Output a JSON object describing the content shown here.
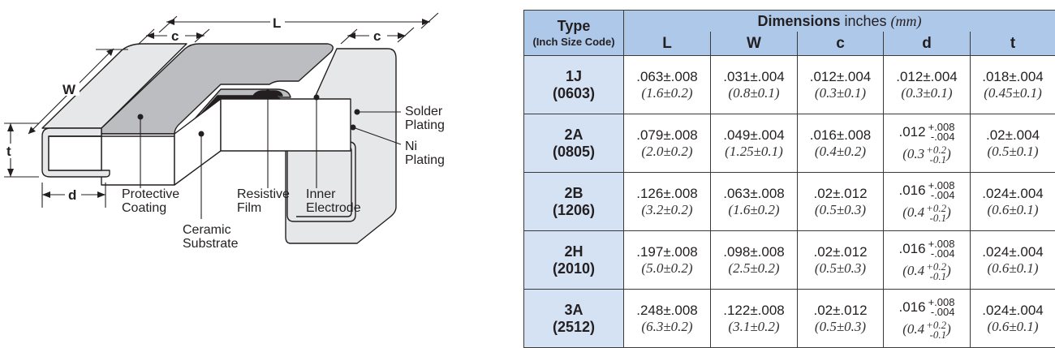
{
  "diagram": {
    "dimension_labels": {
      "L": "L",
      "W": "W",
      "c_left": "c",
      "c_right": "c",
      "t": "t",
      "d": "d"
    },
    "callouts": {
      "protective_coating": [
        "Protective",
        "Coating"
      ],
      "ceramic_substrate": [
        "Ceramic",
        "Substrate"
      ],
      "resistive_film": [
        "Resistive",
        "Film"
      ],
      "inner_electrode": [
        "Inner",
        "Electrode"
      ],
      "solder_plating": [
        "Solder",
        "Plating"
      ],
      "ni_plating": [
        "Ni",
        "Plating"
      ]
    },
    "colors": {
      "coating": "#bcbdc0",
      "termination": "#e6e7e8",
      "film": "#231f20",
      "substrate": "#ffffff",
      "outline": "#231f20"
    }
  },
  "table": {
    "header": {
      "type_label": "Type",
      "type_sub": "(Inch Size Code)",
      "dimensions_bold": "Dimensions",
      "dimensions_unit": " inches ",
      "dimensions_mm": "(mm)",
      "columns": [
        "L",
        "W",
        "c",
        "d",
        "t"
      ]
    },
    "colors": {
      "header_bg": "#adc8e9",
      "type_col_bg": "#d4e2f4",
      "border": "#3a3a3a"
    },
    "rows": [
      {
        "type": "1J",
        "code": "(0603)",
        "L": {
          "in": ".063±.008",
          "mm": "(1.6±0.2)"
        },
        "W": {
          "in": ".031±.004",
          "mm": "(0.8±0.1)"
        },
        "c": {
          "in": ".012±.004",
          "mm": "(0.3±0.1)"
        },
        "d": {
          "in": ".012±.004",
          "mm": "(0.3±0.1)"
        },
        "t": {
          "in": ".018±.004",
          "mm": "(0.45±0.1)"
        }
      },
      {
        "type": "2A",
        "code": "(0805)",
        "L": {
          "in": ".079±.008",
          "mm": "(2.0±0.2)"
        },
        "W": {
          "in": ".049±.004",
          "mm": "(1.25±0.1)"
        },
        "c": {
          "in": ".016±.008",
          "mm": "(0.4±0.2)"
        },
        "d": {
          "in_base": ".012",
          "in_plus": "+.008",
          "in_minus": "-.004",
          "mm_open": "(0.3",
          "mm_plus": "+0.2",
          "mm_minus": "-0.1",
          "mm_close": ")"
        },
        "t": {
          "in": ".02±.004",
          "mm": "(0.5±0.1)"
        }
      },
      {
        "type": "2B",
        "code": "(1206)",
        "L": {
          "in": ".126±.008",
          "mm": "(3.2±0.2)"
        },
        "W": {
          "in": ".063±.008",
          "mm": "(1.6±0.2)"
        },
        "c": {
          "in": ".02±.012",
          "mm": "(0.5±0.3)"
        },
        "d": {
          "in_base": ".016",
          "in_plus": "+.008",
          "in_minus": "-.004",
          "mm_open": "(0.4",
          "mm_plus": "+0.2",
          "mm_minus": "-0.1",
          "mm_close": ")"
        },
        "t": {
          "in": ".024±.004",
          "mm": "(0.6±0.1)"
        }
      },
      {
        "type": "2H",
        "code": "(2010)",
        "L": {
          "in": ".197±.008",
          "mm": "(5.0±0.2)"
        },
        "W": {
          "in": ".098±.008",
          "mm": "(2.5±0.2)"
        },
        "c": {
          "in": ".02±.012",
          "mm": "(0.5±0.3)"
        },
        "d": {
          "in_base": ".016",
          "in_plus": "+.008",
          "in_minus": "-.004",
          "mm_open": "(0.4",
          "mm_plus": "+0.2",
          "mm_minus": "-0.1",
          "mm_close": ")"
        },
        "t": {
          "in": ".024±.004",
          "mm": "(0.6±0.1)"
        }
      },
      {
        "type": "3A",
        "code": "(2512)",
        "L": {
          "in": ".248±.008",
          "mm": "(6.3±0.2)"
        },
        "W": {
          "in": ".122±.008",
          "mm": "(3.1±0.2)"
        },
        "c": {
          "in": ".02±.012",
          "mm": "(0.5±0.3)"
        },
        "d": {
          "in_base": ".016",
          "in_plus": "+.008",
          "in_minus": "-.004",
          "mm_open": "(0.4",
          "mm_plus": "+0.2",
          "mm_minus": "-0.1",
          "mm_close": ")"
        },
        "t": {
          "in": ".024±.004",
          "mm": "(0.6±0.1)"
        }
      }
    ]
  }
}
